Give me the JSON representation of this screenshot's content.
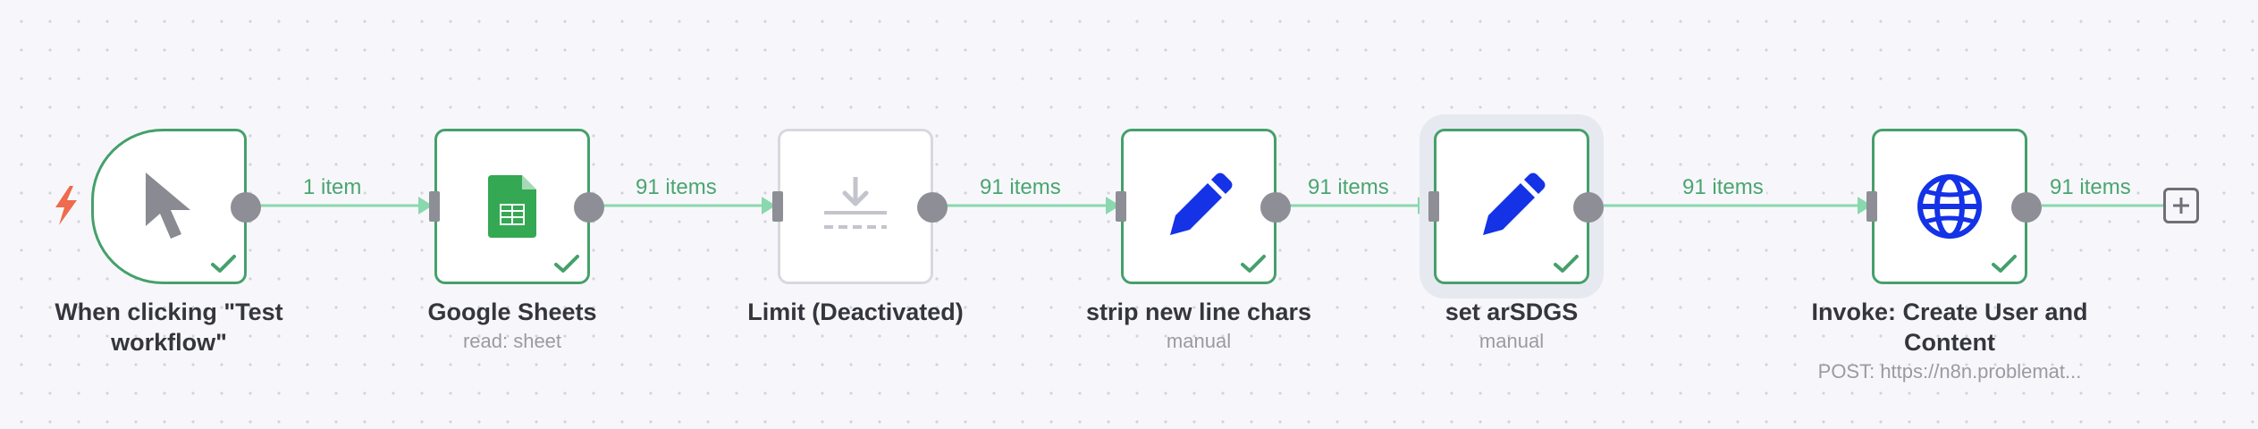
{
  "canvas": {
    "accent_color": "#45a06b",
    "edge_color": "#8ad8ae",
    "inactive_color": "#d8d8e0",
    "icon_blue": "#1432e6"
  },
  "nodes": [
    {
      "id": "trigger",
      "label": "When clicking \"Test workflow\"",
      "subtitle": "",
      "icon": "cursor-icon",
      "status": "success"
    },
    {
      "id": "sheets",
      "label": "Google Sheets",
      "subtitle": "read: sheet",
      "icon": "google-sheets-icon",
      "status": "success"
    },
    {
      "id": "limit",
      "label": "Limit (Deactivated)",
      "subtitle": "",
      "icon": "limit-icon",
      "status": "deactivated"
    },
    {
      "id": "strip",
      "label": "strip new line chars",
      "subtitle": "manual",
      "icon": "pencil-icon",
      "status": "success"
    },
    {
      "id": "set",
      "label": "set arSDGS",
      "subtitle": "manual",
      "icon": "pencil-icon",
      "status": "success"
    },
    {
      "id": "invoke",
      "label": "Invoke: Create User and Content",
      "subtitle": "POST: https://n8n.problemat...",
      "icon": "globe-icon",
      "status": "success"
    }
  ],
  "edges": [
    {
      "from": "trigger",
      "to": "sheets",
      "label": "1 item"
    },
    {
      "from": "sheets",
      "to": "limit",
      "label": "91 items"
    },
    {
      "from": "limit",
      "to": "strip",
      "label": "91 items"
    },
    {
      "from": "strip",
      "to": "set",
      "label": "91 items"
    },
    {
      "from": "set",
      "to": "invoke",
      "label": "91 items"
    },
    {
      "from": "invoke",
      "to": "add",
      "label": "91 items"
    }
  ],
  "add_button": {
    "icon": "plus-icon"
  }
}
